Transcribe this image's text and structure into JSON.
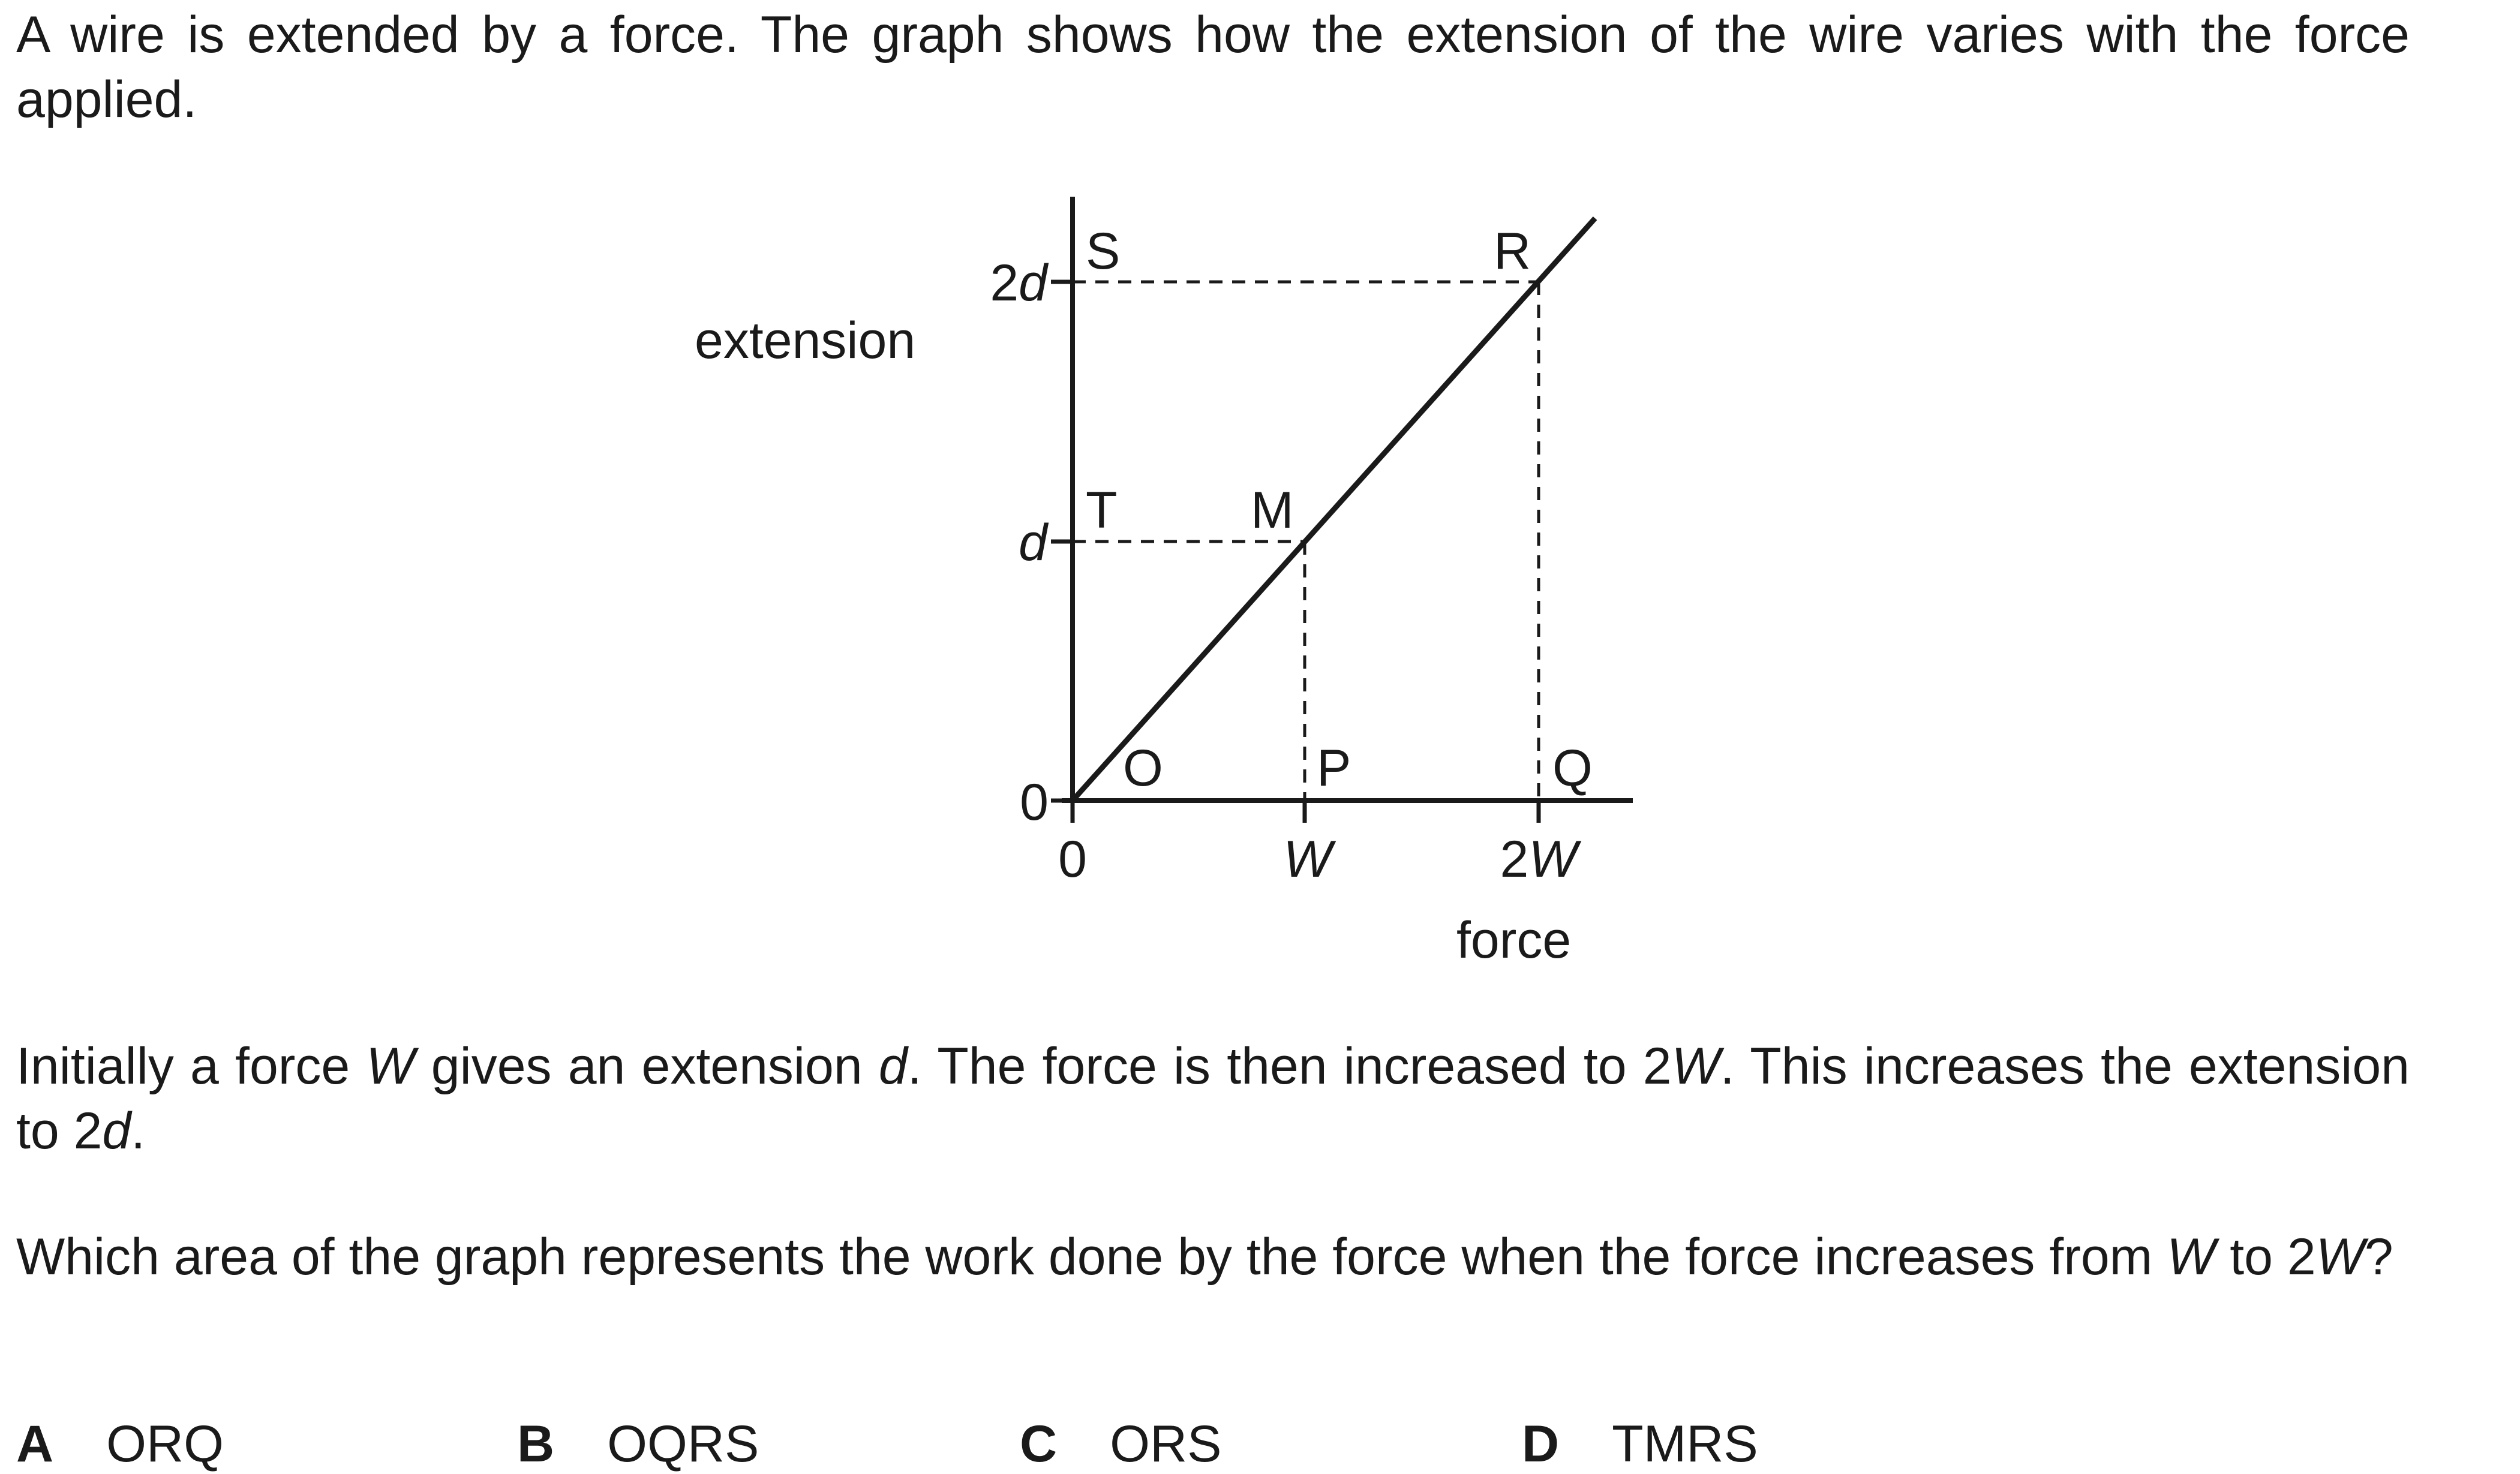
{
  "question": {
    "intro": "A wire is extended by a force. The graph shows how the extension of the wire varies with the force applied.",
    "setup": {
      "part1": "Initially a force ",
      "W1": "W",
      "part2": " gives an extension ",
      "d1": "d",
      "part3": ". The force is then increased to 2",
      "W2": "W",
      "part4": ". This increases the extension to 2",
      "d2": "d",
      "part5": "."
    },
    "prompt": {
      "part1": "Which area of the graph represents the work done by the force when the force increases from ",
      "W1": "W",
      "part2": " to 2",
      "W2": "W",
      "part3": "?"
    }
  },
  "graph": {
    "y_axis_label": "extension",
    "x_axis_label": "force",
    "y_ticks": {
      "zero": "0",
      "d": "d",
      "two_d_num": "2",
      "two_d_var": "d"
    },
    "x_ticks": {
      "zero": "0",
      "W": "W",
      "two_W_num": "2",
      "two_W_var": "W"
    },
    "points": {
      "O": "O",
      "P": "P",
      "Q": "Q",
      "M": "M",
      "R": "R",
      "S": "S",
      "T": "T"
    }
  },
  "chart_data": {
    "type": "line",
    "xlabel": "force",
    "ylabel": "extension",
    "x_ticks": [
      "0",
      "W",
      "2W"
    ],
    "y_ticks": [
      "0",
      "d",
      "2d"
    ],
    "series": [
      {
        "x": [
          0,
          1,
          2
        ],
        "y": [
          0,
          1,
          2
        ]
      }
    ],
    "point_labels": [
      "O",
      "P",
      "Q",
      "M",
      "R",
      "S",
      "T"
    ]
  },
  "options": [
    {
      "letter": "A",
      "text": "ORQ"
    },
    {
      "letter": "B",
      "text": "OQRS"
    },
    {
      "letter": "C",
      "text": "ORS"
    },
    {
      "letter": "D",
      "text": "TMRS"
    }
  ]
}
